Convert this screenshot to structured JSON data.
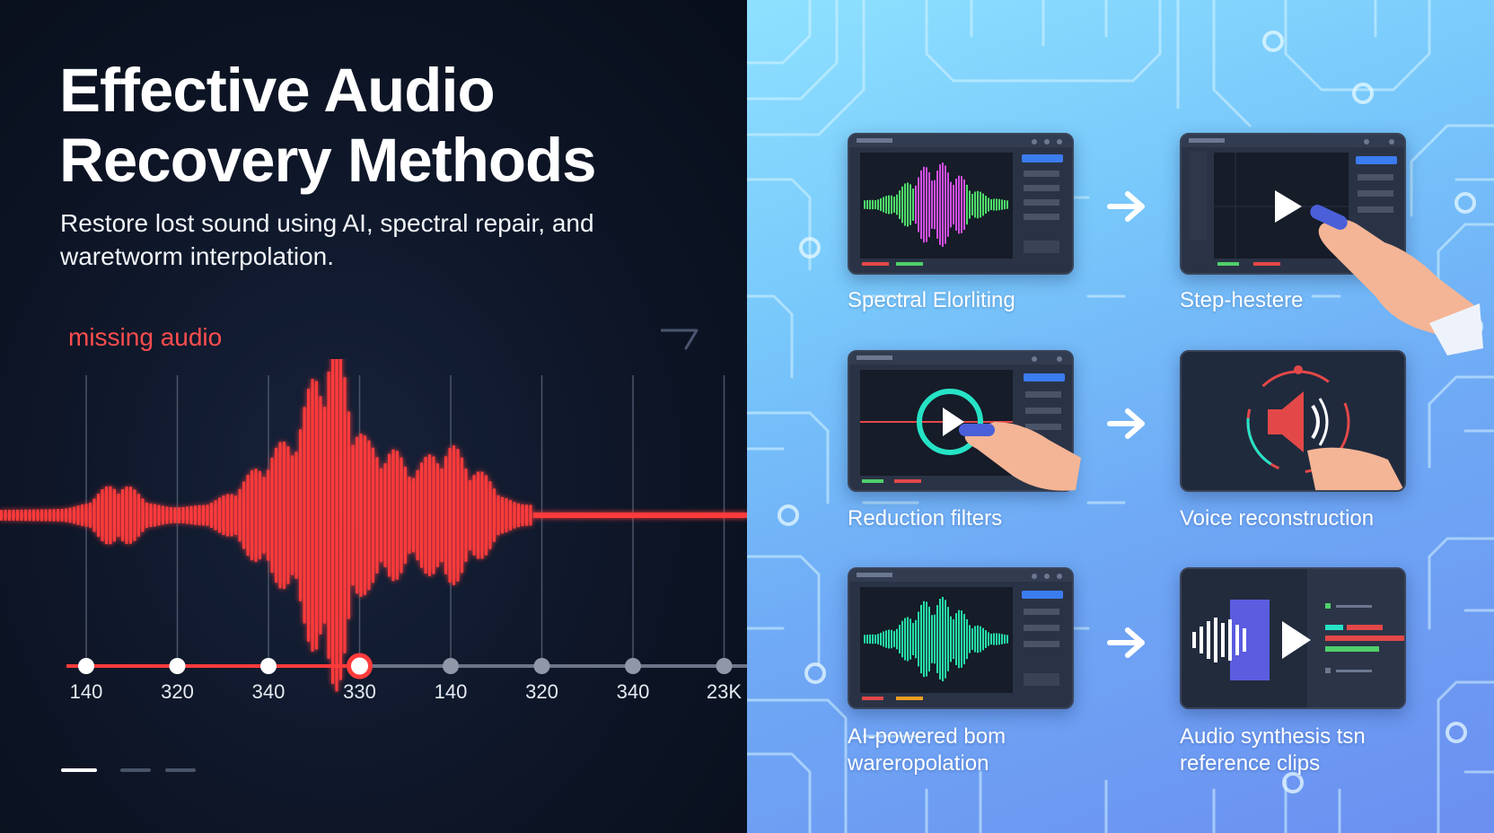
{
  "hero": {
    "title_line1": "Effective Audio",
    "title_line2": "Recovery Methods",
    "subtitle": "Restore lost sound using AI, spectral repair, and waretworm interpolation.",
    "missing_label": "missing audio"
  },
  "timeline": {
    "ticks": [
      "140",
      "320",
      "340",
      "330",
      "140",
      "320",
      "340",
      "23K"
    ],
    "active_index": 3,
    "progress_fraction": 0.43
  },
  "pager": {
    "count": 3,
    "active": 0
  },
  "methods": [
    {
      "label": "Spectral Elorliting",
      "thumbnail": "spectral-editor-waveform"
    },
    {
      "label": "Step-hestere",
      "thumbnail": "playback-with-hand"
    },
    {
      "label": "Reduction filters",
      "thumbnail": "play-button-with-hand"
    },
    {
      "label": "Voice reconstruction",
      "thumbnail": "speaker-icon-with-hand"
    },
    {
      "label_line1": "AI-powered bom",
      "label_line2": "wareropolation",
      "thumbnail": "green-waveform-editor"
    },
    {
      "label_line1": "Audio synthesis tsn",
      "label_line2": "reference clips",
      "thumbnail": "audio-synthesis-play"
    }
  ],
  "colors": {
    "left_bg": "#0d1526",
    "wave": "#ff3b3b",
    "missing_text": "#ff4d4d",
    "right_bg_top": "#8fe1ff",
    "right_bg_bottom": "#6b8ff0",
    "card_bg": "#2a3345"
  }
}
